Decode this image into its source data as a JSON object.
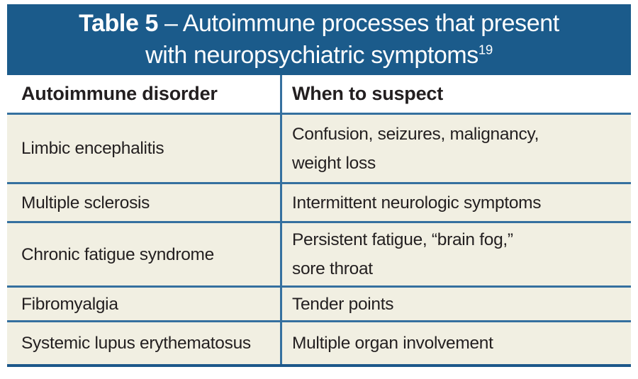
{
  "title": {
    "label_bold": "Table 5",
    "label_rest": " – Autoimmune processes that present",
    "line2": "with neuropsychiatric symptoms",
    "reference_superscript": "19"
  },
  "colors": {
    "title_band_background": "#1b5b8b",
    "title_text": "#ffffff",
    "rule_blue": "#35709f",
    "bottom_rule_blue": "#1d588a",
    "row_background": "#f1efe2",
    "body_text": "#231f20"
  },
  "table": {
    "columns": [
      "Autoimmune disorder",
      "When to suspect"
    ],
    "rows": [
      {
        "disorder": "Limbic encephalitis",
        "when_to_suspect": "Confusion, seizures, malignancy,\nweight loss"
      },
      {
        "disorder": "Multiple sclerosis",
        "when_to_suspect": "Intermittent neurologic symptoms"
      },
      {
        "disorder": "Chronic fatigue syndrome",
        "when_to_suspect": "Persistent fatigue, “brain fog,”\nsore throat"
      },
      {
        "disorder": "Fibromyalgia",
        "when_to_suspect": "Tender points"
      },
      {
        "disorder": "Systemic lupus erythematosus",
        "when_to_suspect": "Multiple organ involvement"
      }
    ]
  }
}
